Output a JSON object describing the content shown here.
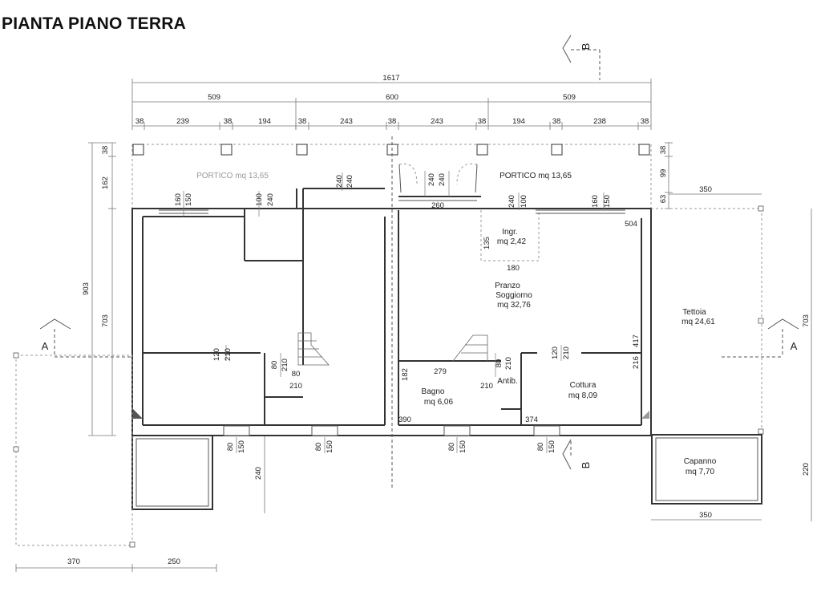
{
  "title": "PIANTA PIANO TERRA",
  "section_marks": {
    "b": "B",
    "a": "A"
  },
  "top_dims": {
    "total": "1617",
    "row2": [
      "509",
      "600",
      "509"
    ],
    "row3": [
      "38",
      "239",
      "38",
      "194",
      "38",
      "243",
      "38",
      "243",
      "38",
      "194",
      "38",
      "238",
      "38"
    ]
  },
  "left_dims": {
    "outer": "903",
    "d38": "38",
    "d162": "162",
    "d703": "703",
    "d240": "240"
  },
  "right_dims": {
    "d38": "38",
    "d99": "99",
    "d63": "63",
    "d703": "703",
    "d220": "220",
    "tettoia_width": "350",
    "capanno_width": "350"
  },
  "bottom_dims": {
    "left": "370",
    "right": "250"
  },
  "rooms": {
    "portico_left": "PORTICO mq 13,65",
    "portico_right": "PORTICO mq 13,65",
    "ingresso_name": "Ingr.",
    "ingresso_area": "mq 2,42",
    "soggiorno_l1": "Pranzo",
    "soggiorno_l2": "Soggiorno",
    "soggiorno_area": "mq 32,76",
    "tettoia_name": "Tettoia",
    "tettoia_area": "mq 24,61",
    "bagno_name": "Bagno",
    "bagno_area": "mq  6,06",
    "antib": "Antib.",
    "cottura_name": "Cottura",
    "cottura_area": "mq  8,09",
    "capanno_name": "Capanno",
    "capanno_area": "mq  7,70"
  },
  "openings": {
    "w160": "160",
    "h150": "150",
    "w100": "100",
    "h240": "240",
    "w240": "240",
    "w120": "120",
    "h210": "210",
    "w80": "80"
  },
  "interior_dims": {
    "d260": "260",
    "d504": "504",
    "d180": "180",
    "d135": "135",
    "d279": "279",
    "d182": "182",
    "d390": "390",
    "d374": "374",
    "d417": "417",
    "d216": "216",
    "d80": "80",
    "d210": "210"
  }
}
